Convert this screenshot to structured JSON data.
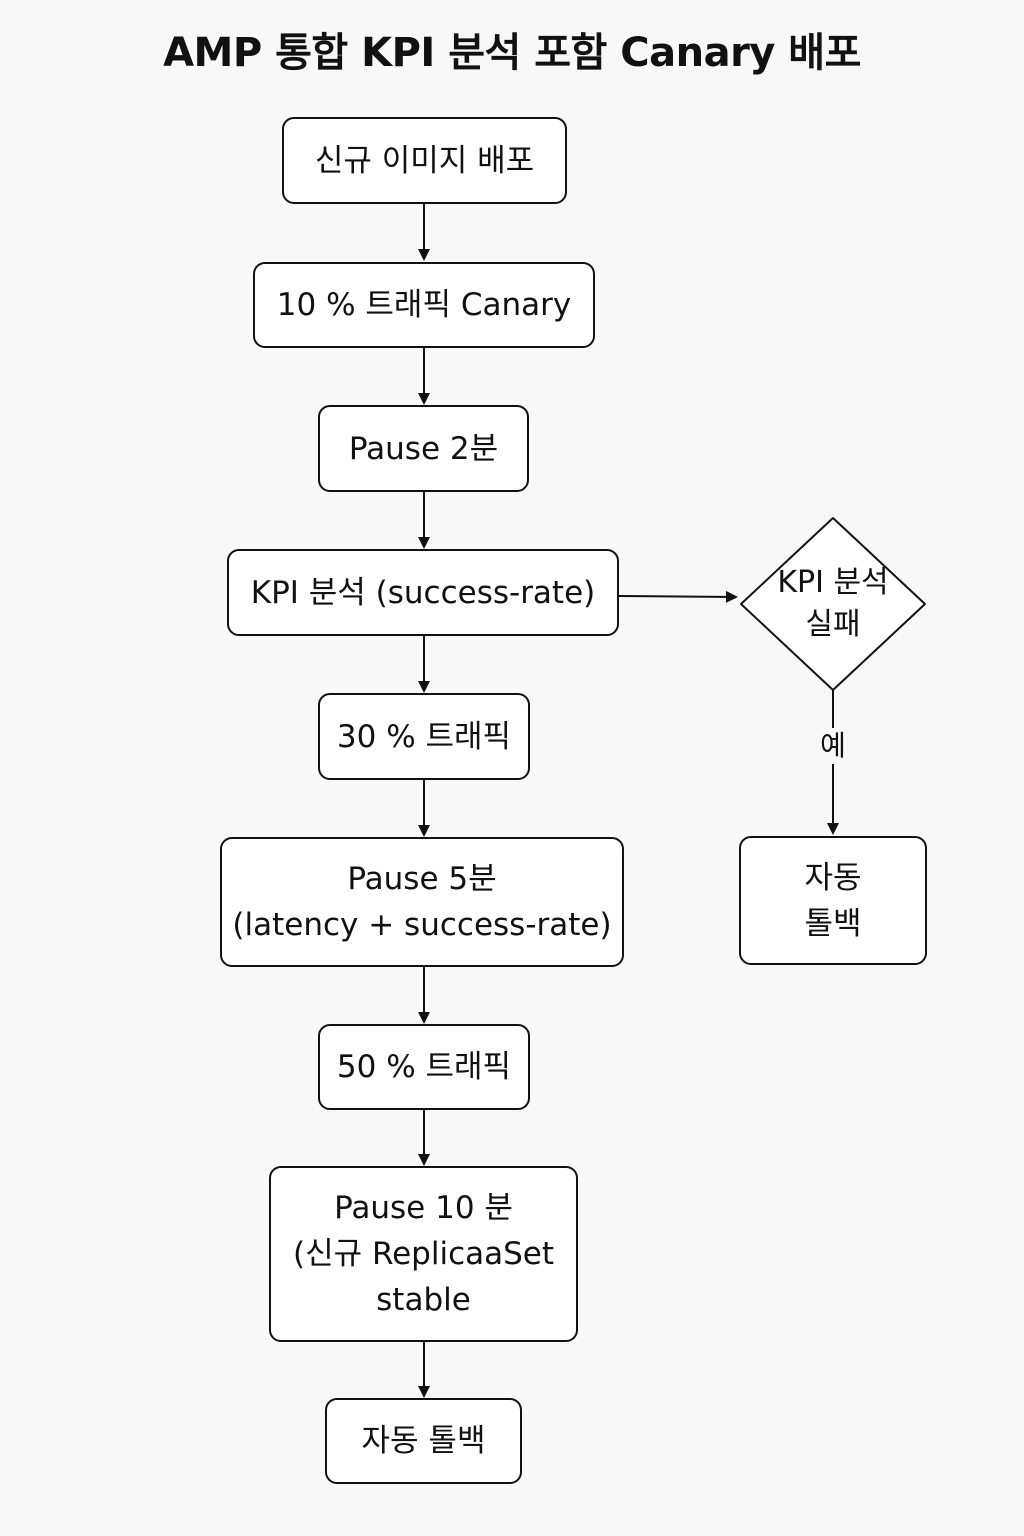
{
  "title": "AMP 통합 KPI 분석 포함 Canary 배포",
  "nodes": {
    "deploy": "신규 이미지 배포",
    "canary10": "10 % 트래픽 Canary",
    "pause2": "Pause 2분",
    "kpi": "KPI 분석 (success-rate)",
    "traffic30": "30 % 트래픽",
    "pause5": "Pause 5분\n(latency + success-rate)",
    "traffic50": "50 % 트래픽",
    "pause10": "Pause 10 분\n(신규 ReplicaaSet\nstable",
    "rollback_bottom": "자동 톨백",
    "kpi_fail": "KPI 분석\n실패",
    "rollback_side": "자동\n톨백"
  },
  "edge_labels": {
    "yes": "예"
  }
}
